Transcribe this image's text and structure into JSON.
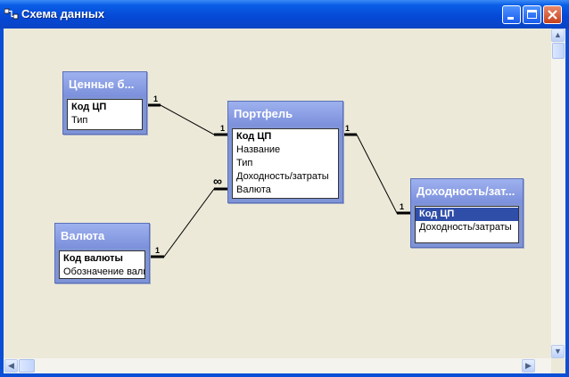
{
  "window": {
    "title": "Схема данных"
  },
  "tables": {
    "securities": {
      "title": "Ценные б...",
      "fields": [
        {
          "label": "Код ЦП",
          "key": true
        },
        {
          "label": "Тип",
          "key": false
        }
      ]
    },
    "portfolio": {
      "title": "Портфель",
      "fields": [
        {
          "label": "Код ЦП",
          "key": true
        },
        {
          "label": "Название",
          "key": false
        },
        {
          "label": "Тип",
          "key": false
        },
        {
          "label": "Доходность/затраты",
          "key": false
        },
        {
          "label": "Валюта",
          "key": false
        }
      ]
    },
    "currency": {
      "title": "Валюта",
      "fields": [
        {
          "label": "Код валюты",
          "key": true
        },
        {
          "label": "Обозначение валю",
          "key": false
        }
      ]
    },
    "yield": {
      "title": "Доходность/зат...",
      "fields": [
        {
          "label": "Код ЦП",
          "key": true,
          "selected": true
        },
        {
          "label": "Доходность/затраты",
          "key": false
        }
      ]
    }
  },
  "relations": {
    "one_label": "1",
    "many_label": "∞"
  },
  "colors": {
    "title_bar": "#0548d6",
    "canvas": "#ece9d8",
    "table_header": "#8da1e4",
    "selected_field": "#2f4ea8"
  }
}
